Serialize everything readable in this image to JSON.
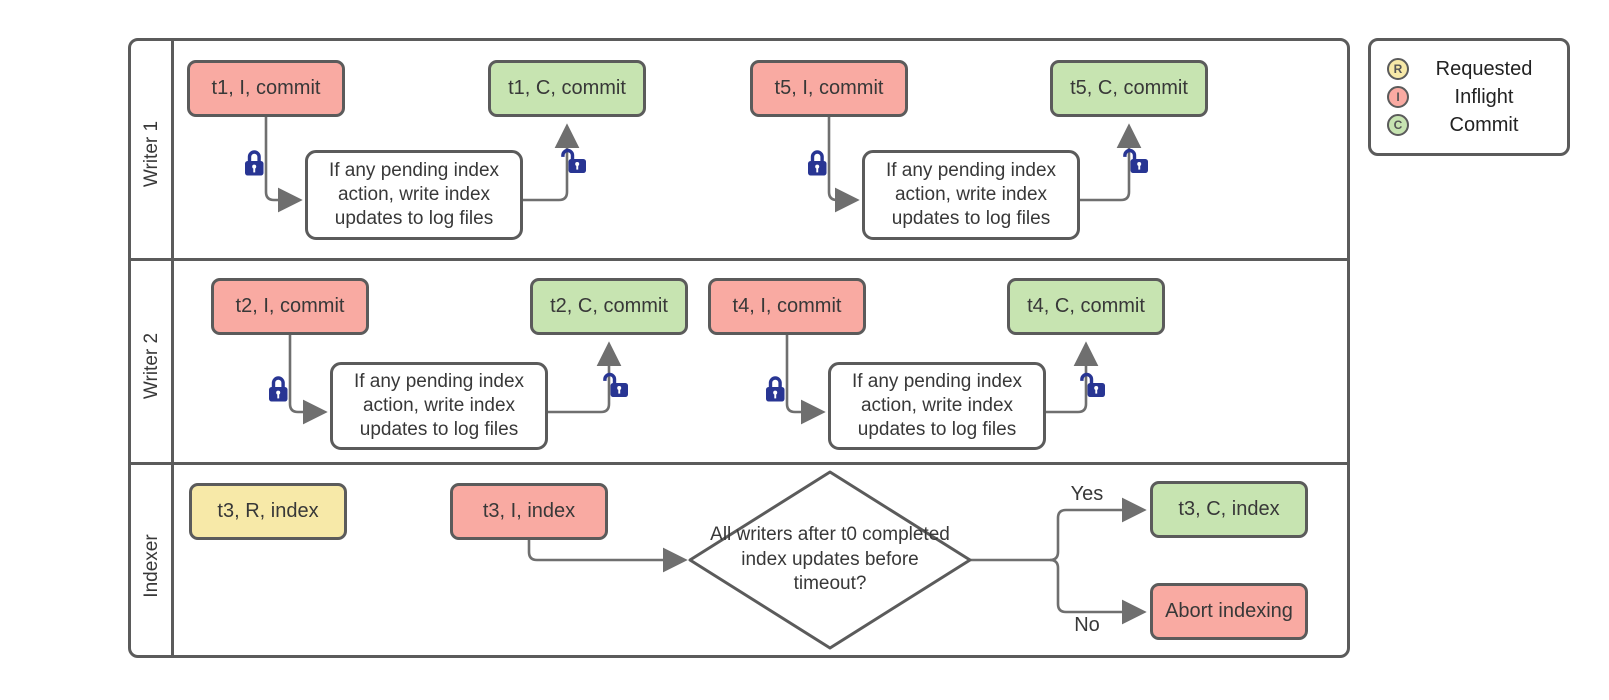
{
  "lanes": [
    {
      "label": "Writer 1"
    },
    {
      "label": "Writer 2"
    },
    {
      "label": "Indexer"
    }
  ],
  "process_text": "If any pending index action, write index updates to log files",
  "nodes": {
    "t1_inflight": "t1, I, commit",
    "t1_commit": "t1, C, commit",
    "t5_inflight": "t5, I, commit",
    "t5_commit": "t5, C, commit",
    "t2_inflight": "t2, I, commit",
    "t2_commit": "t2, C, commit",
    "t4_inflight": "t4, I, commit",
    "t4_commit": "t4, C, commit",
    "t3_requested": "t3, R, index",
    "t3_inflight": "t3, I, index",
    "t3_commit": "t3, C, index",
    "abort": "Abort indexing"
  },
  "decision": {
    "question": "All writers after t0 completed index updates before timeout?",
    "yes_label": "Yes",
    "no_label": "No"
  },
  "legend": {
    "items": [
      {
        "symbol": "R",
        "label": "Requested",
        "color": "#f7e9a8"
      },
      {
        "symbol": "I",
        "label": "Inflight",
        "color": "#f9aaa2"
      },
      {
        "symbol": "C",
        "label": "Commit",
        "color": "#c7e4b1"
      }
    ]
  },
  "colors": {
    "inflight_fill": "#f9aaa2",
    "commit_fill": "#c7e4b1",
    "requested_fill": "#f7e9a8",
    "shape_border": "#5b5b5b",
    "connector": "#6f6f6f",
    "lock": "#283593",
    "text": "#383838"
  }
}
